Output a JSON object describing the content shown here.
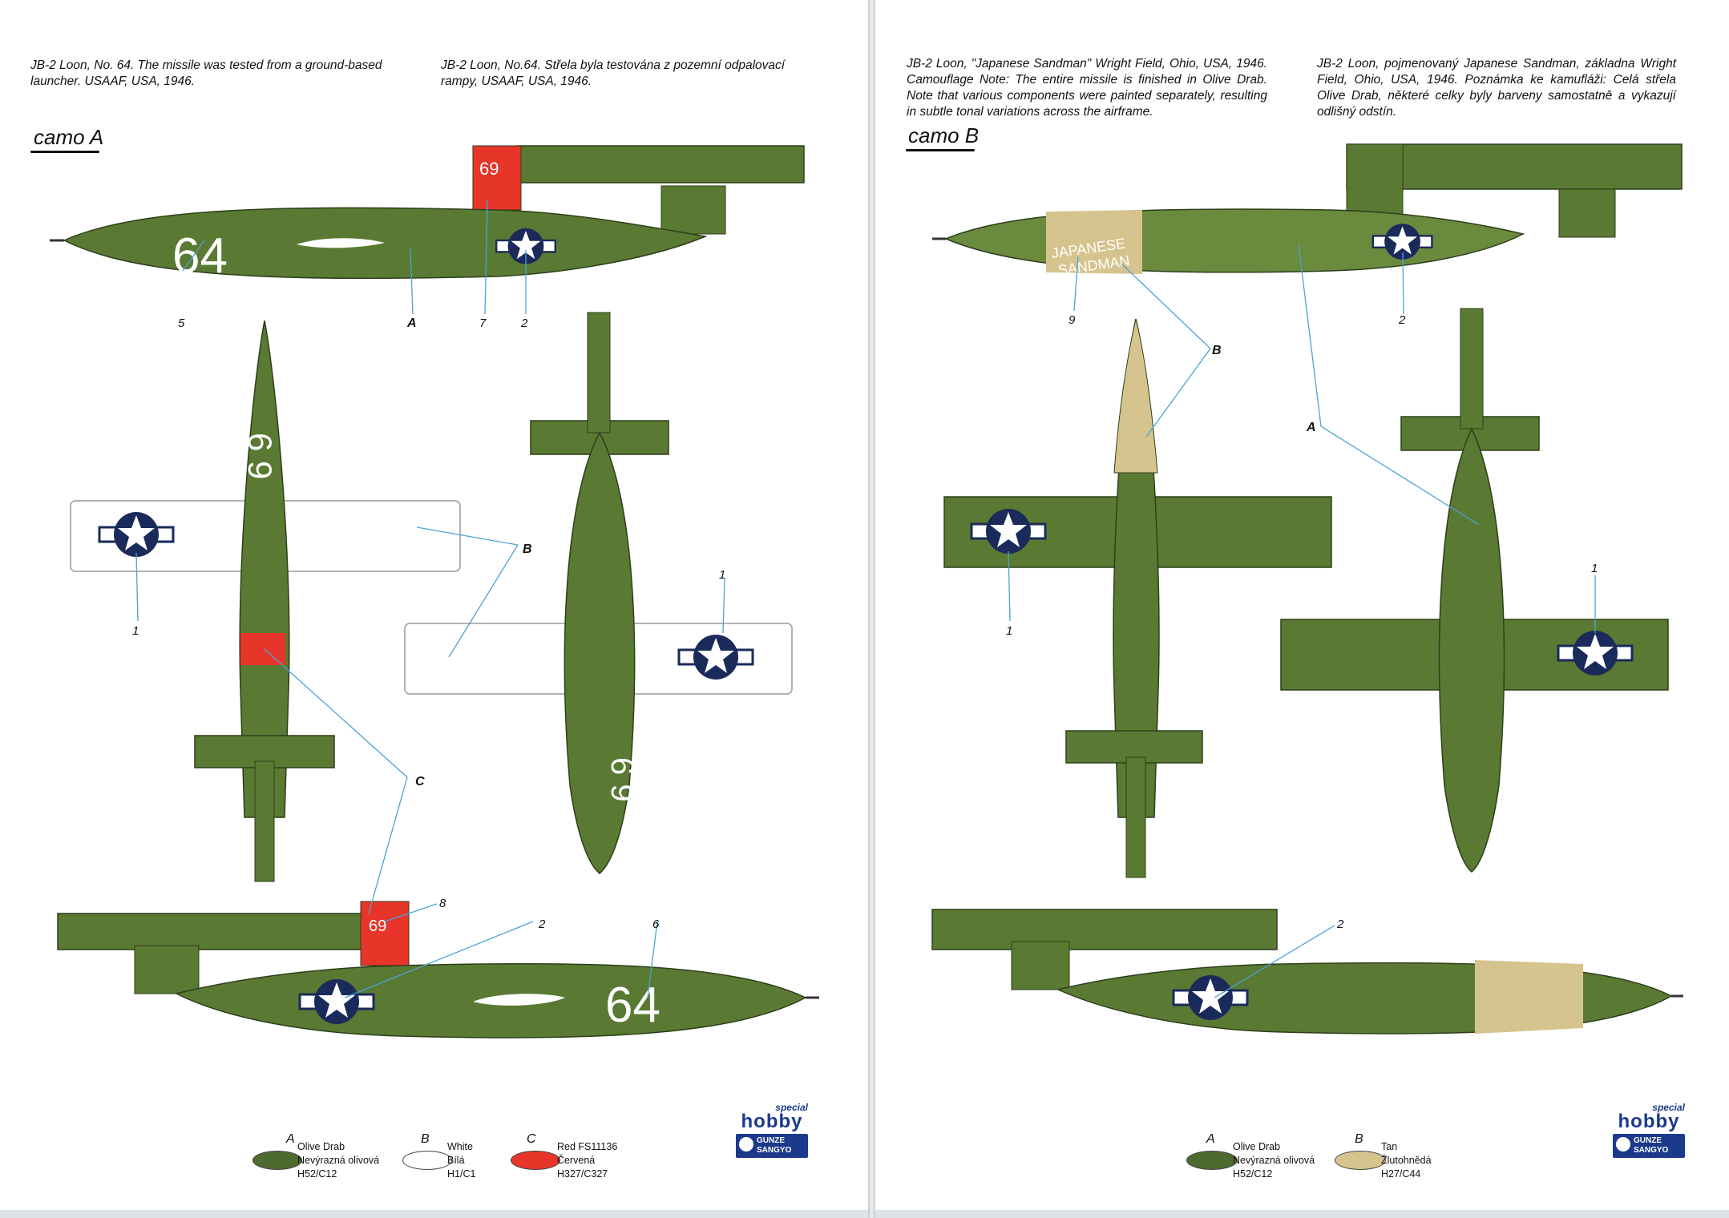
{
  "left_page": {
    "caption_en": "JB-2 Loon, No. 64. The missile was tested from a ground-based launcher. USAAF, USA, 1946.",
    "caption_cz": "JB-2 Loon, No.64. Střela byla testována z pozemní odpalovací rampy, USAAF, USA, 1946.",
    "camo_label": "camo A",
    "markings": {
      "nose_number": "64",
      "tab_number": "69",
      "belly_number": "6 9",
      "top_number": "6 9"
    },
    "callouts": [
      "5",
      "A",
      "7",
      "2",
      "B",
      "1",
      "1",
      "C",
      "8",
      "2",
      "6"
    ],
    "legend": [
      {
        "code": "A",
        "swatch_color": "#4e6b2f",
        "lines": [
          "Olive Drab",
          "Nevýrazná olivová",
          "H52/C12"
        ]
      },
      {
        "code": "B",
        "swatch_color": "#ffffff",
        "lines": [
          "White",
          "Bílá",
          "H1/C1"
        ]
      },
      {
        "code": "C",
        "swatch_color": "#e8352a",
        "lines": [
          "Red FS11136",
          "Červená",
          "H327/C327"
        ]
      }
    ]
  },
  "right_page": {
    "caption_en": "JB-2 Loon, \"Japanese Sandman\" Wright Field, Ohio, USA, 1946. Camouflage Note: The entire missile is finished in Olive Drab. Note that various components were painted separately, resulting in subtle tonal variations across the airframe.",
    "caption_cz": "JB-2 Loon, pojmenovaný Japanese Sandman, základna Wright Field, Ohio, USA, 1946. Poznámka ke kamufláži: Celá střela Olive Drab, některé celky byly barveny samostatně a vykazují odlišný odstín.",
    "camo_label": "camo B",
    "markings": {
      "nose_art_line1": "JAPANESE",
      "nose_art_line2": "SANDMAN"
    },
    "callouts": [
      "9",
      "2",
      "B",
      "A",
      "1",
      "1",
      "2"
    ],
    "legend": [
      {
        "code": "A",
        "swatch_color": "#4e6b2f",
        "lines": [
          "Olive Drab",
          "Nevýrazná olivová",
          "H52/C12"
        ]
      },
      {
        "code": "B",
        "swatch_color": "#d6c48e",
        "lines": [
          "Tan",
          "Žlutohnědá",
          "H27/C44"
        ]
      }
    ]
  },
  "logo": {
    "special": "special",
    "hobby": "hobby",
    "gunze": "GUNZE SANGYO"
  },
  "colors": {
    "olive": "#5a7a33",
    "olive_dark": "#3e5a23",
    "red": "#e8352a",
    "tan": "#d6c48e",
    "navy": "#1a2a5a",
    "callout_line": "#4aa3d6"
  }
}
